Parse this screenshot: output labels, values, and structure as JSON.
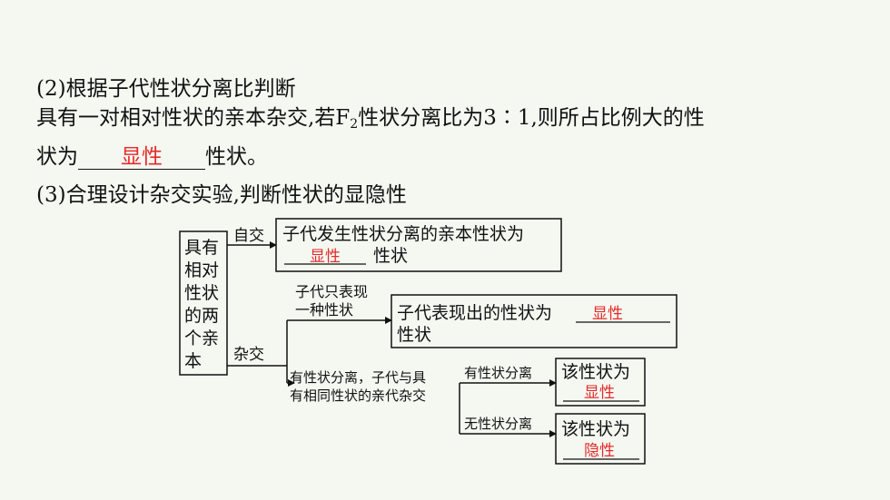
{
  "text": {
    "line1": "(2)根据子代性状分离比判断",
    "line2_pre": "具有一对相对性状的亲本杂交,若F",
    "line2_sub": "2",
    "line2_post": "性状分离比为3∶1,则所占比例大的性",
    "line3_pre": "状为",
    "line3_answer": "显性",
    "line3_post": "性状。",
    "line4": "(3)合理设计杂交实验,判断性状的显隐性"
  },
  "diagram": {
    "parent_chars": [
      "具有",
      "相对",
      "性状",
      "的两",
      "个亲",
      "本"
    ],
    "self_cross_label": "自交",
    "cross_label": "杂交",
    "box1_line1": "子代发生性状分离的亲本性状为",
    "box1_answer": "显性",
    "box1_tail": "性状",
    "branch1_line1": "子代只表现",
    "branch1_line2": "一种性状",
    "box2_line1": "子代表现出的性状为",
    "box2_answer": "显性",
    "box2_line2": "性状",
    "branch2_line1": "有性状分离，子代与具",
    "branch2_line2": "有相同性状的亲代杂交",
    "has_sep_label": "有性状分离",
    "no_sep_label": "无性状分离",
    "box3_text": "该性状为",
    "box3_answer": "显性",
    "box4_text": "该性状为",
    "box4_answer": "隐性"
  },
  "colors": {
    "answer": "#e52a2a",
    "background": "#f4f8f1"
  }
}
